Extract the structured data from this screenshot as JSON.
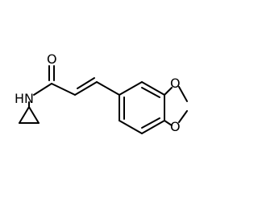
{
  "molecule": {
    "atoms": {
      "carbonyl_oxygen": "O",
      "amide_nitrogen": "HN",
      "ring_oxygen_upper": "O",
      "ring_oxygen_lower": "O"
    },
    "line_color": "#000000",
    "background": "#ffffff"
  }
}
